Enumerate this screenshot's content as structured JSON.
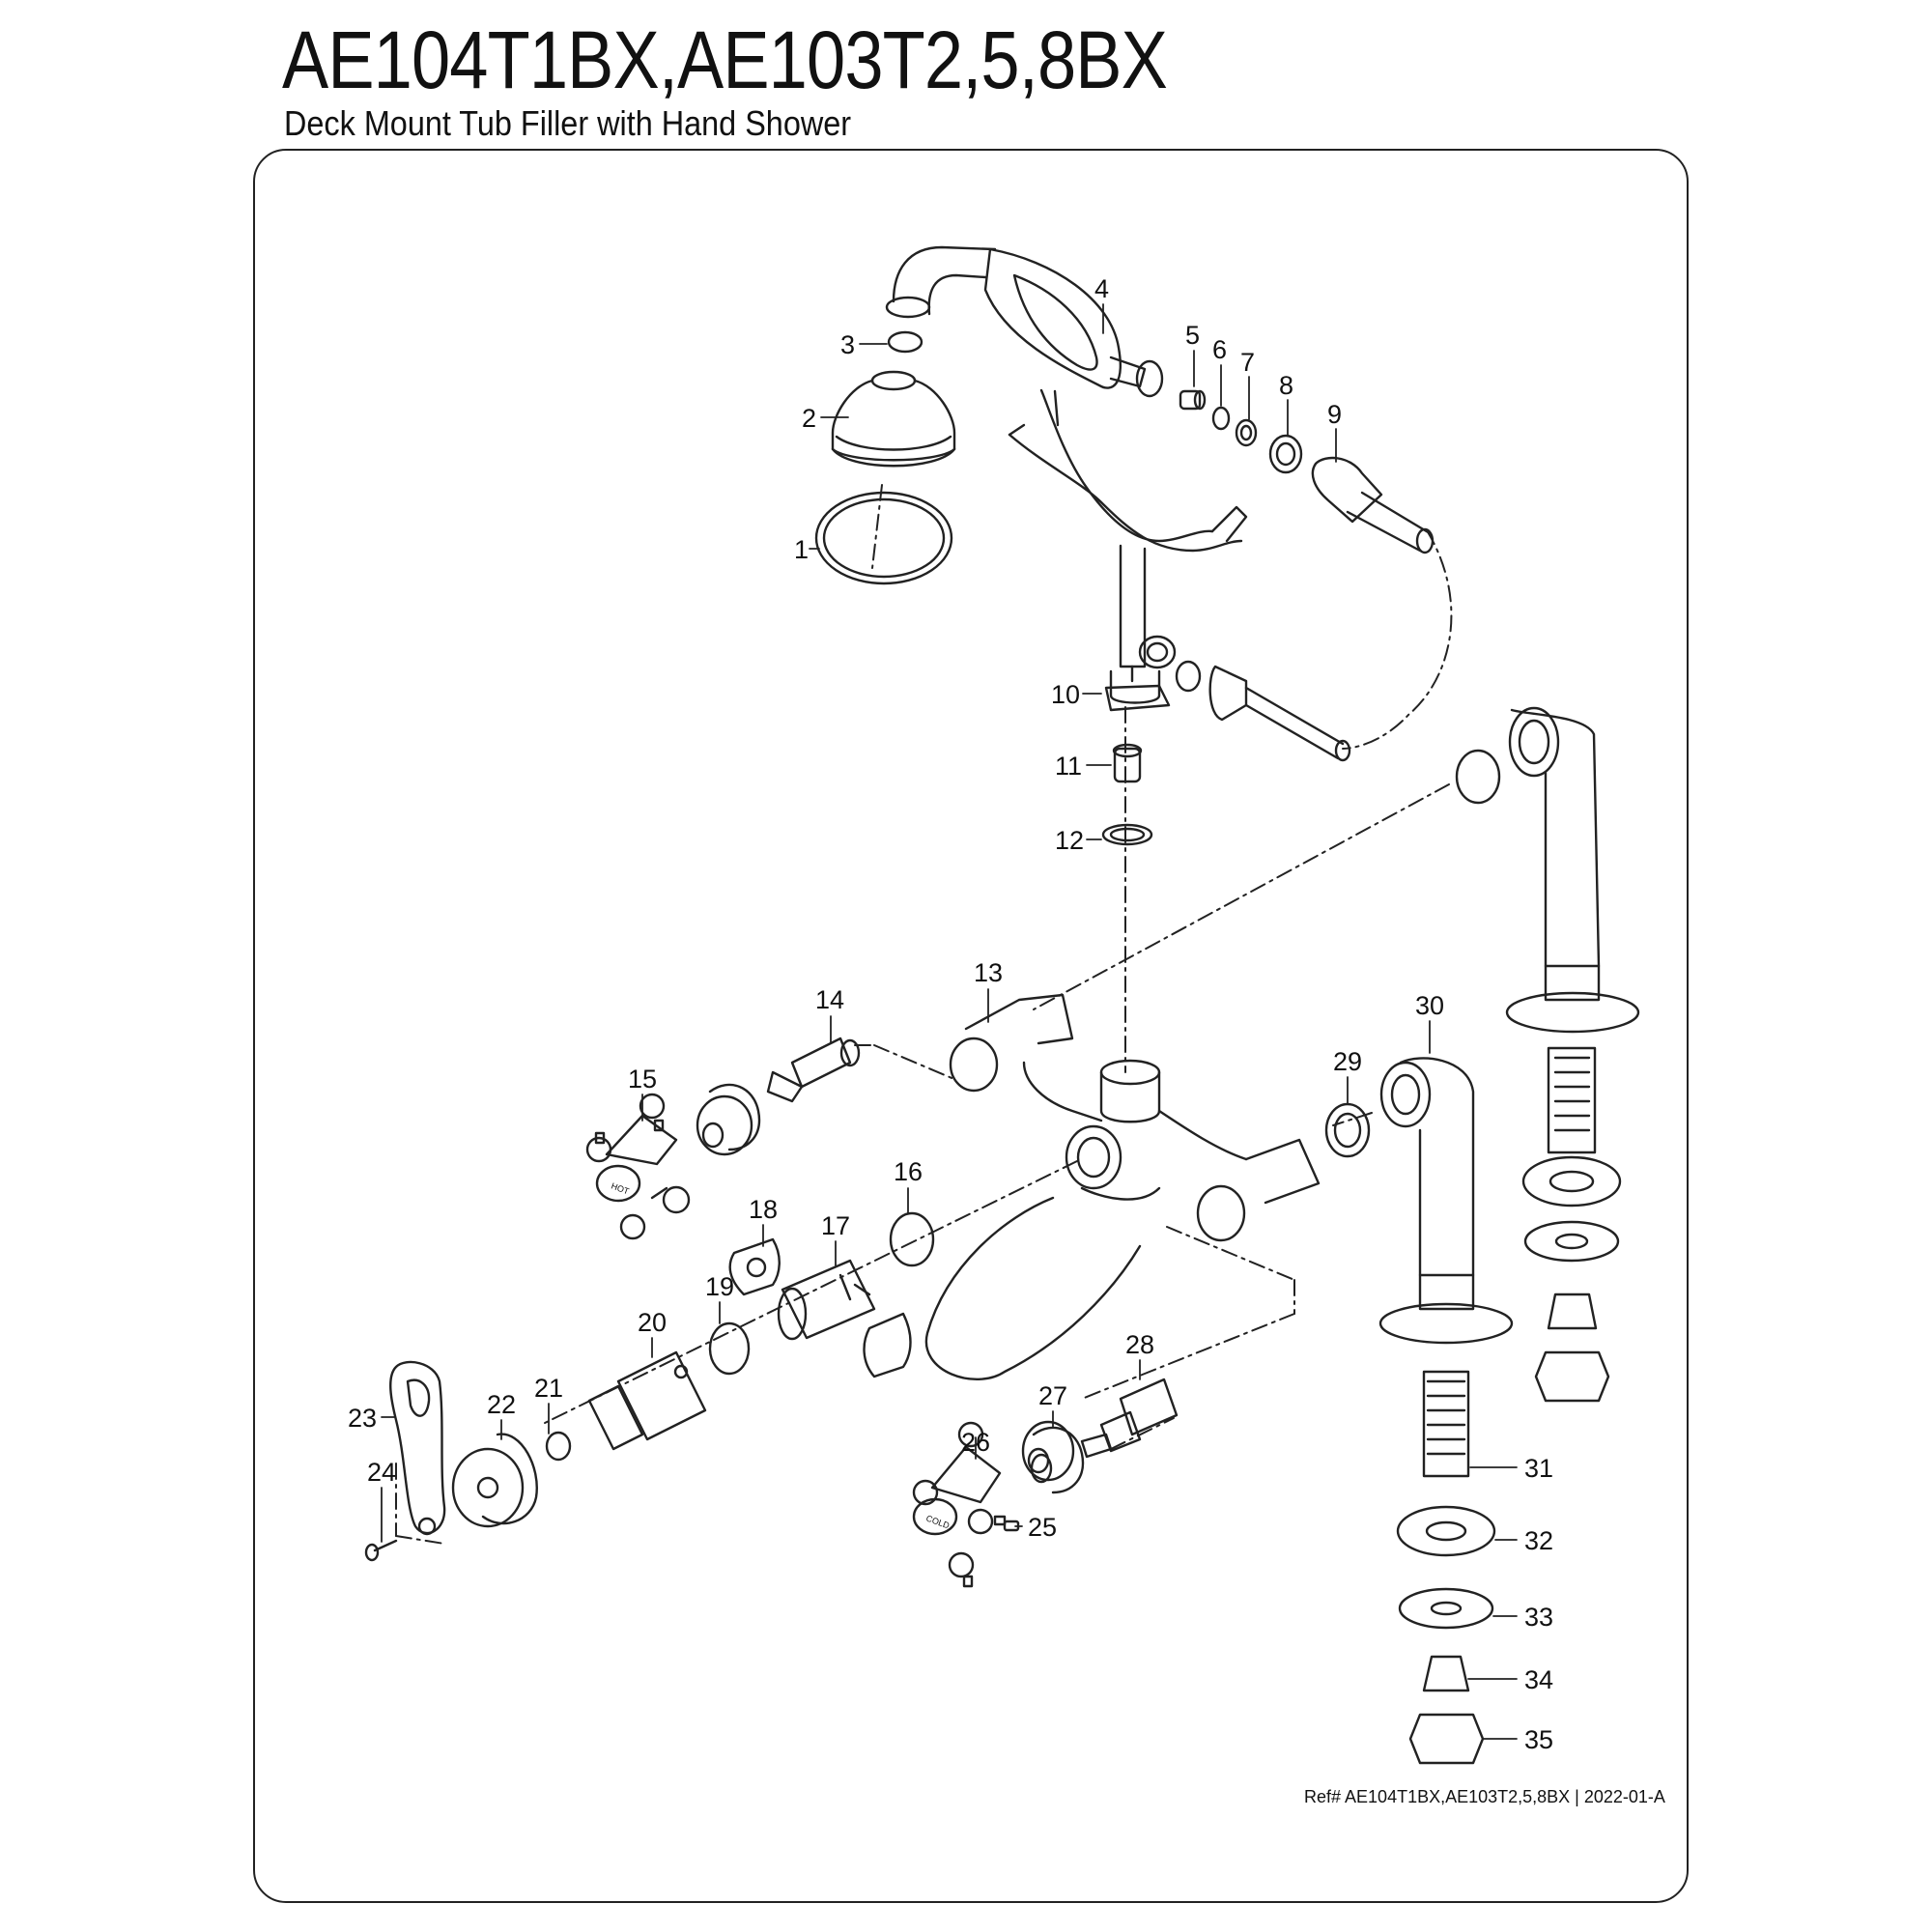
{
  "header": {
    "title": "AE104T1BX,AE103T2,5,8BX",
    "subtitle": "Deck Mount Tub Filler with Hand Shower"
  },
  "callouts": [
    "1",
    "2",
    "3",
    "4",
    "5",
    "6",
    "7",
    "8",
    "9",
    "10",
    "11",
    "12",
    "13",
    "14",
    "15",
    "16",
    "17",
    "18",
    "19",
    "20",
    "21",
    "22",
    "23",
    "24",
    "25",
    "26",
    "27",
    "28",
    "29",
    "30",
    "31",
    "32",
    "33",
    "34",
    "35"
  ],
  "handle_labels": {
    "hot": "HOT",
    "cold": "COLD"
  },
  "footer": {
    "reference": "Ref# AE104T1BX,AE103T2,5,8BX | 2022-01-A"
  }
}
